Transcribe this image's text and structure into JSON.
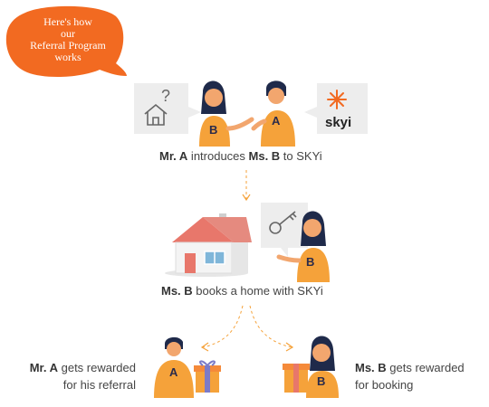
{
  "bubble": {
    "lines": [
      "Here's how",
      "our",
      "Referral Program",
      "works"
    ]
  },
  "step1": {
    "name_a": "Mr. A",
    "mid": " introduces ",
    "name_b": "Ms. B",
    "end": " to SKYi",
    "logo": "skyi"
  },
  "step2": {
    "name_b": "Ms. B",
    "end": " books a home with SKYi"
  },
  "rewards": {
    "a": {
      "name": "Mr. A",
      "line1_rest": " gets rewarded",
      "line2": "for his referral"
    },
    "b": {
      "name": "Ms. B",
      "line1_rest": " gets rewarded",
      "line2": "for booking"
    }
  },
  "badges": {
    "a": "A",
    "b": "B"
  },
  "colors": {
    "accent": "#F26A21",
    "shirt": "#F5A23A",
    "hair": "#1F2A4A",
    "roof": "#E8776B",
    "panel": "#EDEDED"
  },
  "icons": [
    "speech-bubble-icon",
    "house-question-icon",
    "skyi-logo-icon",
    "house-icon",
    "key-icon",
    "gift-icon",
    "arrow-down-icon"
  ]
}
